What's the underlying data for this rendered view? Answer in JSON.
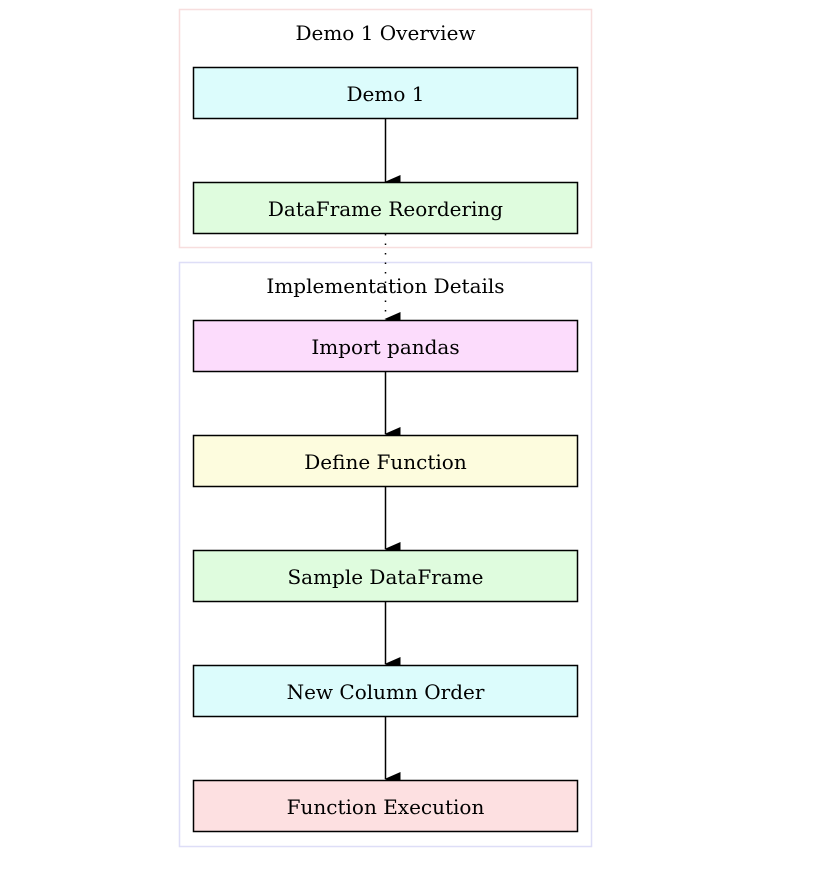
{
  "diagram": {
    "clusters": [
      {
        "id": "overview",
        "title": "Demo 1 Overview",
        "border_color": "#f7dede",
        "nodes": [
          {
            "id": "demo1",
            "label": "Demo 1",
            "fill": "#dcfcfc"
          },
          {
            "id": "reordering",
            "label": "DataFrame Reordering",
            "fill": "#dffcde"
          }
        ]
      },
      {
        "id": "implementation",
        "title": "Implementation Details",
        "border_color": "#dedef7",
        "nodes": [
          {
            "id": "import",
            "label": "Import pandas",
            "fill": "#fcdcfc"
          },
          {
            "id": "define",
            "label": "Define Function",
            "fill": "#fdfcde"
          },
          {
            "id": "sample",
            "label": "Sample DataFrame",
            "fill": "#dffcde"
          },
          {
            "id": "neworder",
            "label": "New Column Order",
            "fill": "#dcfcfc"
          },
          {
            "id": "execution",
            "label": "Function Execution",
            "fill": "#fde0e1"
          }
        ]
      }
    ],
    "edges": [
      {
        "from": "demo1",
        "to": "reordering",
        "style": "solid"
      },
      {
        "from": "reordering",
        "to": "import",
        "style": "dotted"
      },
      {
        "from": "import",
        "to": "define",
        "style": "solid"
      },
      {
        "from": "define",
        "to": "sample",
        "style": "solid"
      },
      {
        "from": "sample",
        "to": "neworder",
        "style": "solid"
      },
      {
        "from": "neworder",
        "to": "execution",
        "style": "solid"
      }
    ],
    "colors": {
      "node_border": "#000000",
      "edge": "#000000"
    }
  }
}
